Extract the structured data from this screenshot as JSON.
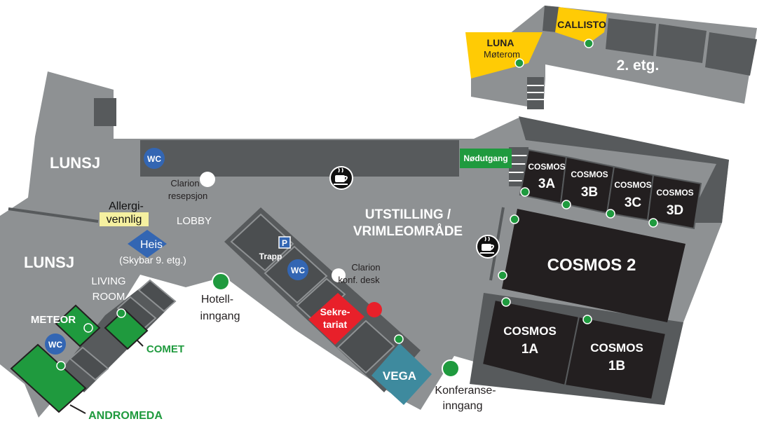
{
  "floor2": {
    "luna_name": "LUNA",
    "luna_sub": "Møterom",
    "callisto": "CALLISTO",
    "floor_label": "2. etg."
  },
  "areas": {
    "lunsj_top": "LUNSJ",
    "lunsj_left": "LUNSJ",
    "lobby": "LOBBY",
    "living_room_1": "LIVING",
    "living_room_2": "ROOM",
    "utstilling_1": "UTSTILLING /",
    "utstilling_2": "VRIMLEOMRÅDE",
    "nodutgang": "Nødutgang"
  },
  "labels": {
    "wc": "WC",
    "clarion_resepsjon_1": "Clarion",
    "clarion_resepsjon_2": "resepsjon",
    "allergi_1": "Allergi-",
    "allergi_2": "vennlig",
    "heis": "Heis",
    "heis_sub": "(Skybar 9. etg.)",
    "trapp": "Trapp",
    "parking": "P",
    "clarion_desk_1": "Clarion",
    "clarion_desk_2": "konf. desk",
    "sekretariat_1": "Sekre-",
    "sekretariat_2": "tariat",
    "hotell_1": "Hotell-",
    "hotell_2": "inngang",
    "konferanse_1": "Konferanse-",
    "konferanse_2": "inngang"
  },
  "rooms": {
    "meteor": "METEOR",
    "comet": "COMET",
    "andromeda": "ANDROMEDA",
    "vega": "VEGA",
    "cosmos": "COSMOS",
    "cosmos_3a": "3A",
    "cosmos_3b": "3B",
    "cosmos_3c": "3C",
    "cosmos_3d": "3D",
    "cosmos_2": "COSMOS 2",
    "cosmos_1a": "1A",
    "cosmos_1b": "1B"
  },
  "colors": {
    "floor": "#8e9193",
    "wall": "#575a5c",
    "dark_room": "#231f20",
    "green": "#1f9a3e",
    "green_dark": "#0f7a2c",
    "yellow": "#ffcb05",
    "blue": "#3366b3",
    "red": "#e8202a",
    "teal": "#3e8a9e",
    "allergy": "#f5f0a0"
  }
}
